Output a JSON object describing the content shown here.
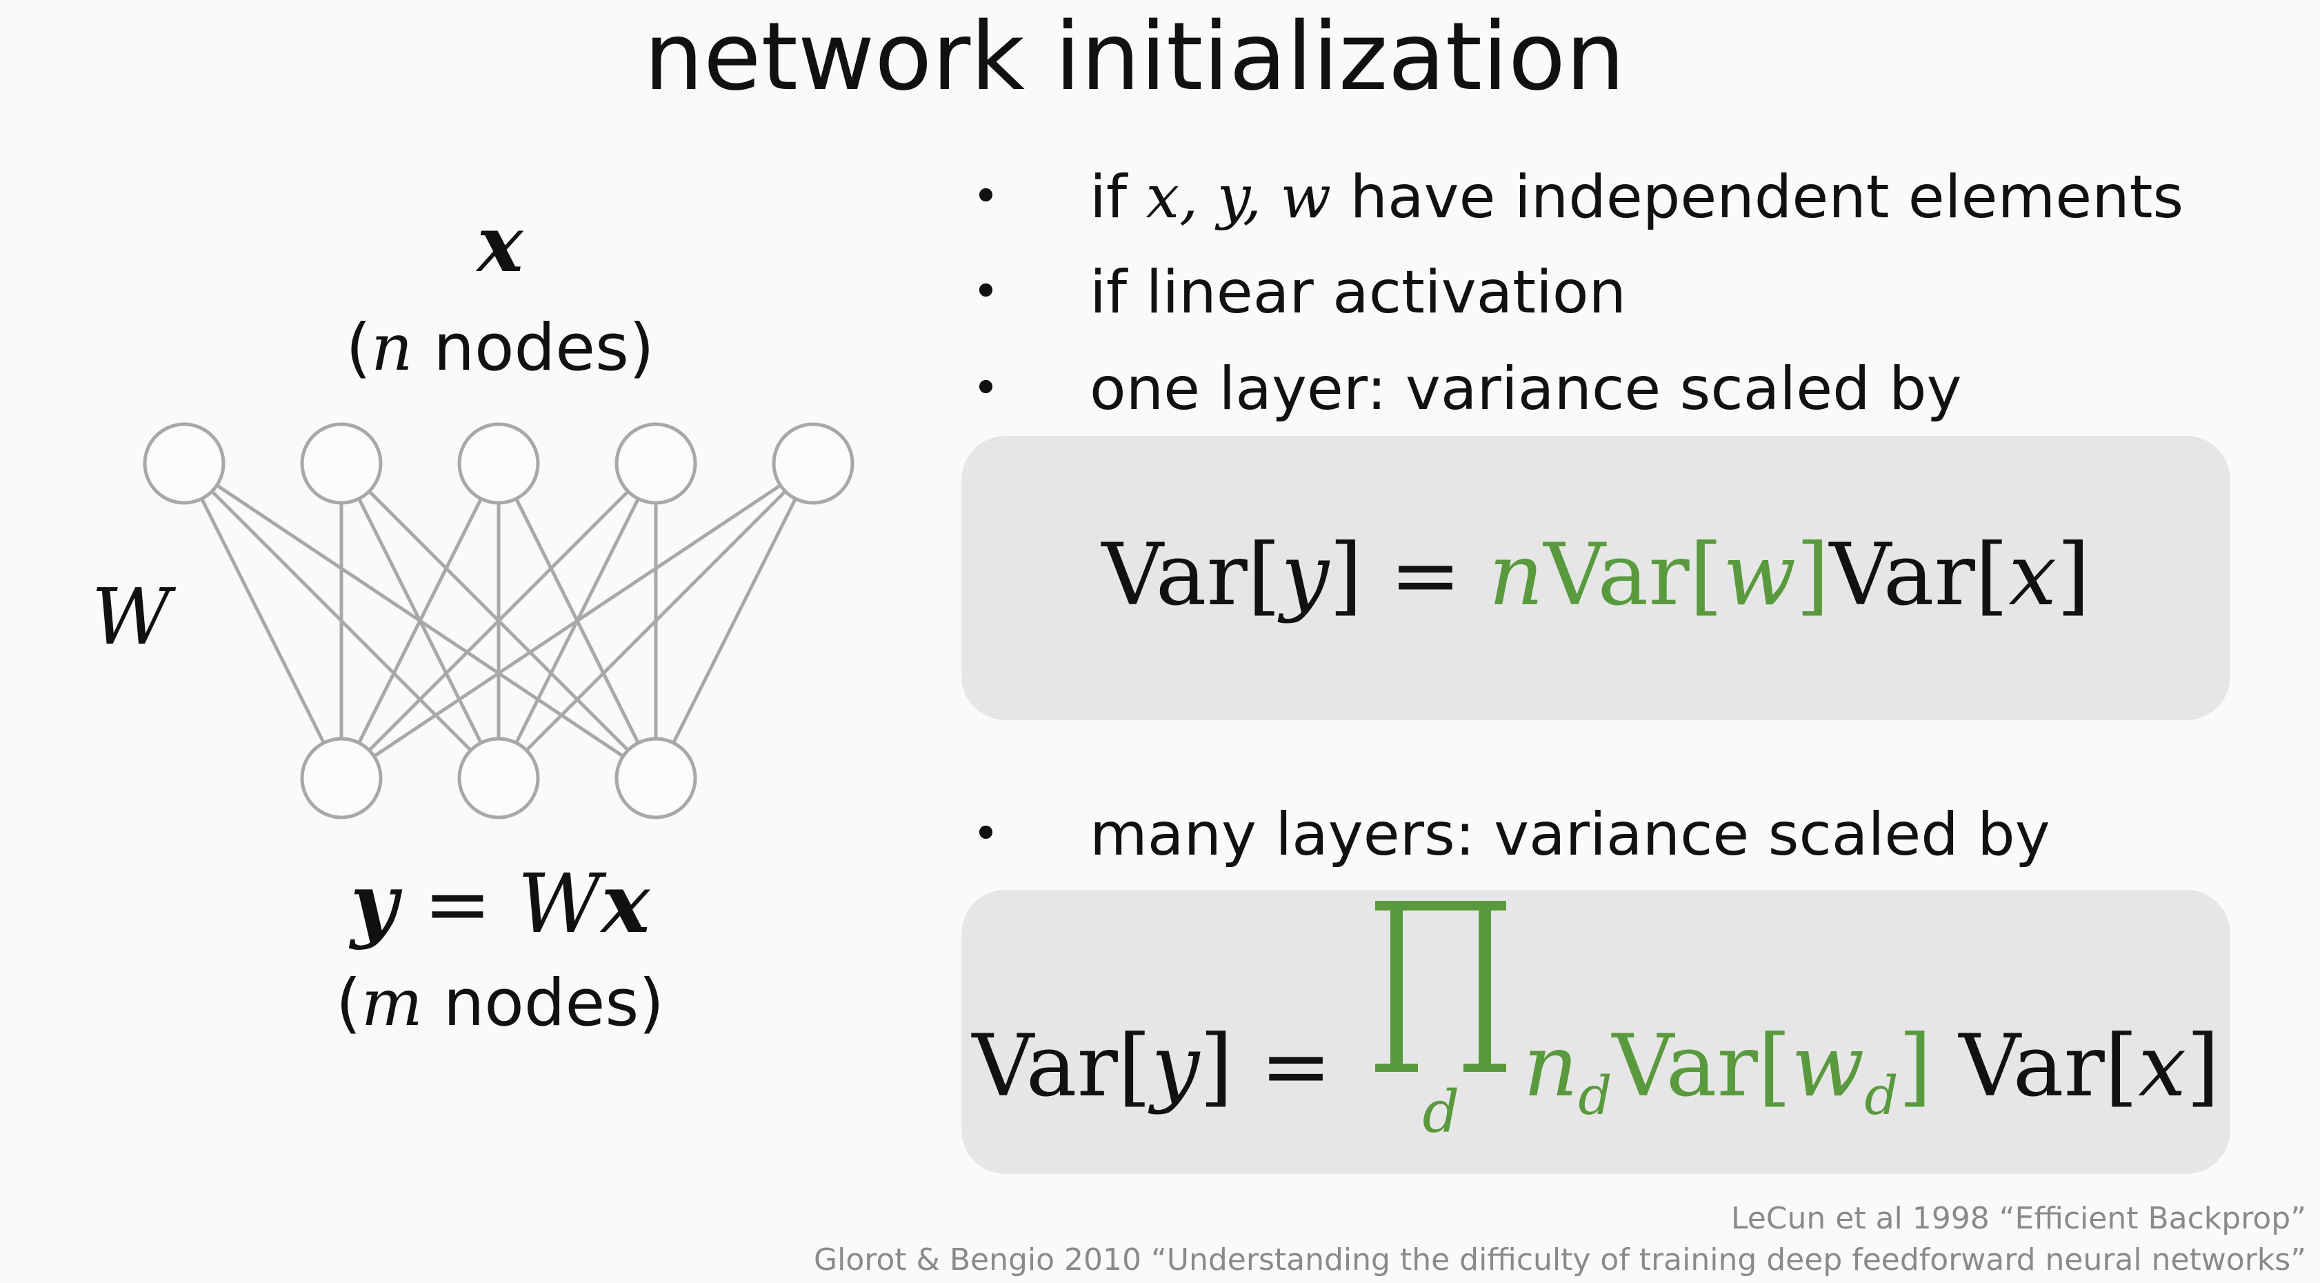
{
  "title": "network initialization",
  "network": {
    "input_var": "x",
    "input_caption": {
      "var": "n",
      "text": "nodes"
    },
    "weight_label": "W",
    "output_eq": {
      "lhs": "y",
      "eq": "=",
      "rhs_w": "W",
      "rhs_x": "x"
    },
    "output_caption": {
      "var": "m",
      "text": "nodes"
    },
    "top_nodes": 5,
    "bottom_nodes": 3
  },
  "bullets": [
    {
      "marker": "•",
      "pre": "if ",
      "vars": "x, y, w",
      "post": " have independent elements"
    },
    {
      "marker": "•",
      "text": "if linear activation"
    },
    {
      "marker": "•",
      "text": "one layer: variance scaled by"
    },
    {
      "marker": "•",
      "text": "many layers: variance scaled by"
    }
  ],
  "formula1": {
    "lhs": "Var[",
    "lhs_var": "y",
    "lhs_close": "]",
    "eq": " = ",
    "n": "n",
    "var_w": "Var[",
    "w": "w",
    "var_w_close": "]",
    "var_x": "Var[",
    "x": "x",
    "var_x_close": "]"
  },
  "formula2": {
    "lhs": "Var[",
    "lhs_var": "y",
    "lhs_close": "]",
    "eq": " = ",
    "prod_sub": "d",
    "n": "n",
    "n_sub": "d",
    "var_w": "Var[",
    "w": "w",
    "w_sub": "d",
    "var_w_close": "]",
    "var_x": "Var[",
    "x": "x",
    "var_x_close": "]"
  },
  "references": [
    "LeCun et al 1998 “Efficient Backprop”",
    "Glorot & Bengio 2010 “Understanding the difficulty of training deep feedforward neural networks”"
  ],
  "colors": {
    "accent_green": "#5a9a3e",
    "box_gray": "#e6e6e6",
    "node_stroke": "#a8a8a8",
    "reference_gray": "#8a8a8a"
  }
}
